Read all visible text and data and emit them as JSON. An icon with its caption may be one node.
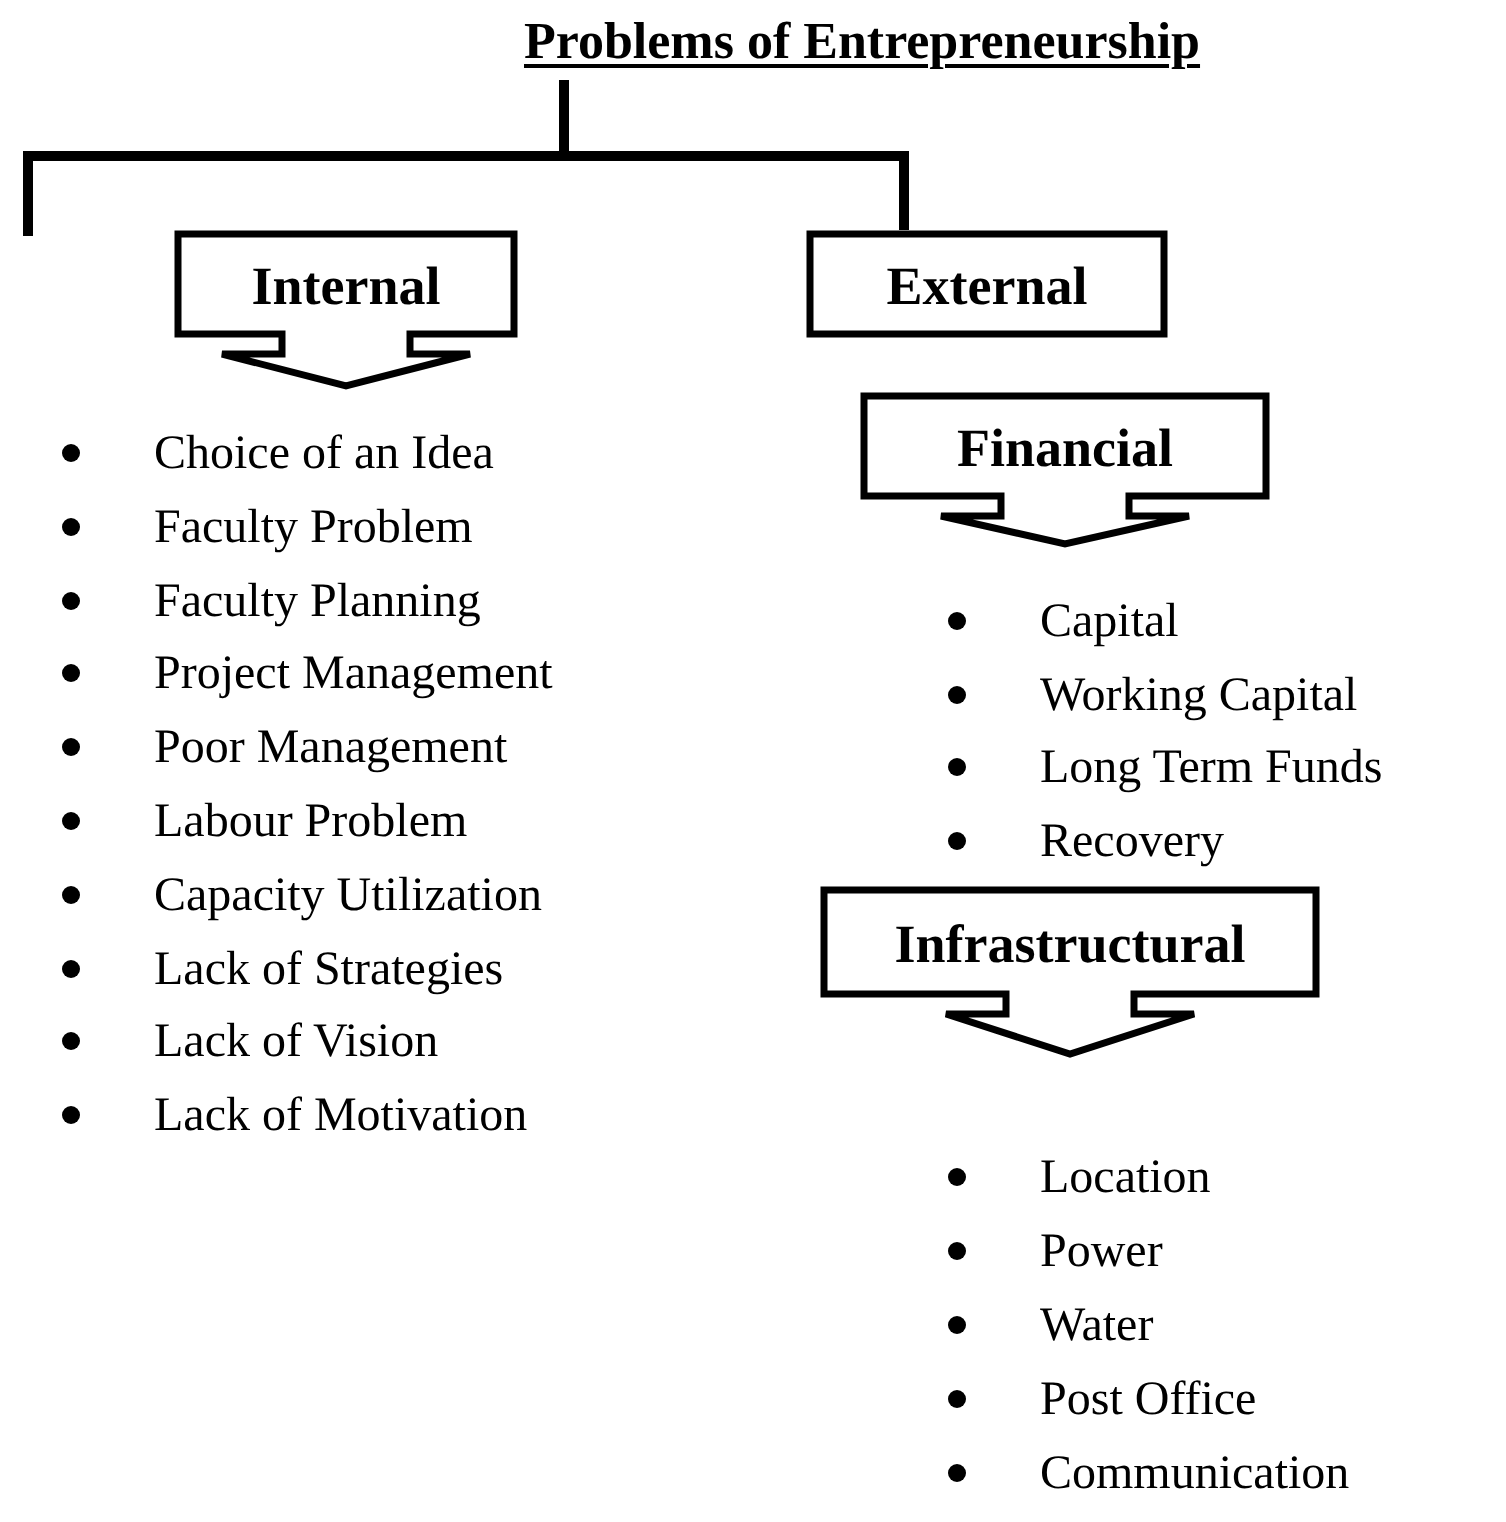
{
  "diagram": {
    "nodes": [
      {
        "text": [
          "Problems of Entrepreneurship"
        ]
      },
      {
        "text": [
          "Internal"
        ]
      },
      {
        "text": [
          "External"
        ]
      },
      {
        "text": [
          "Financial"
        ]
      },
      {
        "text": [
          "Infrastructural"
        ]
      }
    ],
    "edges": [
      {
        "from": 0,
        "to": null,
        "arrow": "none"
      },
      {
        "from": 0,
        "to": 2,
        "arrow": "none"
      }
    ],
    "labels": [
      "Choice of an Idea",
      "Faculty Problem",
      "Faculty Planning",
      "Project Management",
      "Poor Management",
      "Labour Problem",
      "Capacity Utilization",
      "Lack of Strategies",
      "Lack of Vision",
      "Lack of Motivation",
      "Capital",
      "Working Capital",
      "Long Term Funds",
      "Recovery",
      "Location",
      "Power",
      "Water",
      "Post Office",
      "Communication"
    ]
  }
}
